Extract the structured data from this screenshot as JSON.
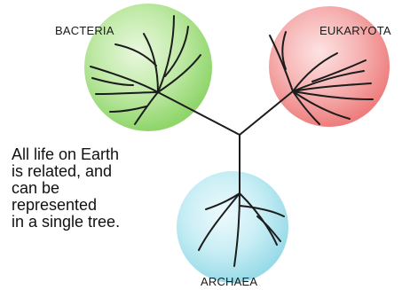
{
  "diagram": {
    "domains": {
      "bacteria": {
        "label": "BACTERIA",
        "color": "#9fdc7c"
      },
      "eukaryota": {
        "label": "EUKARYOTA",
        "color": "#f08a8a"
      },
      "archaea": {
        "label": "ARCHAEA",
        "color": "#a8e3ee"
      }
    },
    "caption_lines": [
      "All life on Earth",
      "is related, and",
      "can be",
      "represented",
      "in a single tree."
    ],
    "branch_color": "#1c1c1c"
  }
}
